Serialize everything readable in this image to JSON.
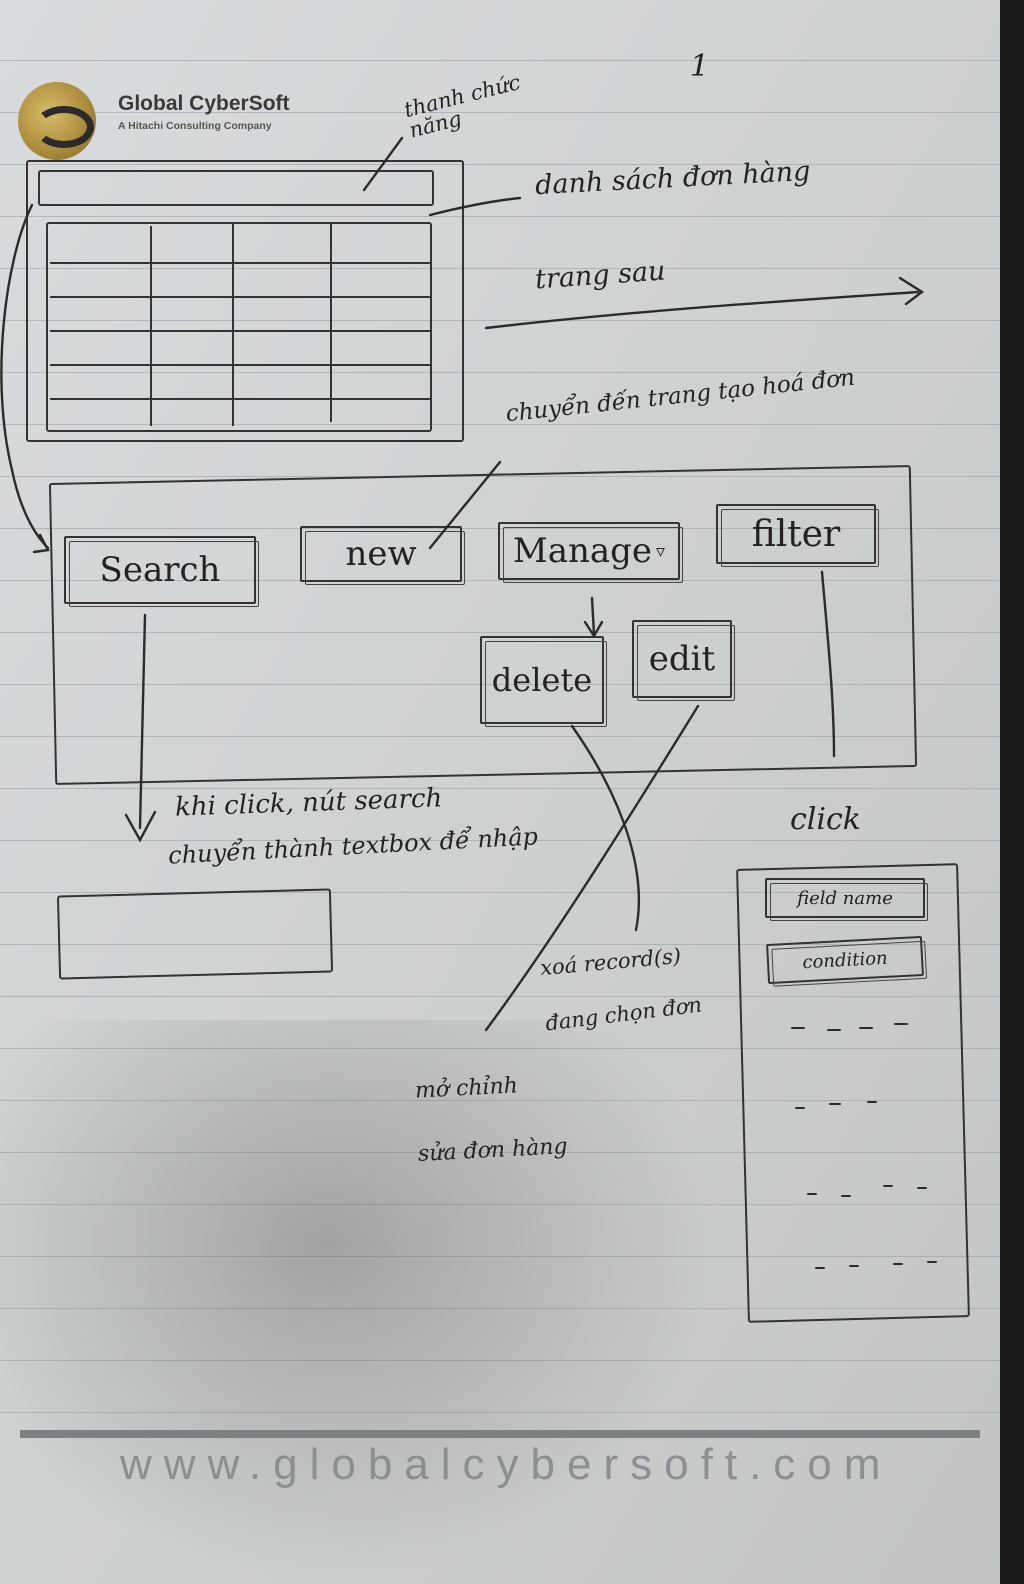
{
  "logo": {
    "name": "Global CyberSoft",
    "tagline": "A Hitachi Consulting Company"
  },
  "annotations": {
    "toolbar_note": "thanh chức năng",
    "page_number": "1",
    "order_list_note": "danh sách đơn hàng",
    "next_page_note": "trang sau",
    "go_to_create_note": "chuyển đến trang tạo hoá đơn",
    "search_click_note_line1": "khi click, nút search",
    "search_click_note_line2": "chuyển thành textbox để nhập",
    "delete_note_line1": "xoá record(s)",
    "delete_note_line2": "đang chọn đơn",
    "edit_note_line1": "mở chỉnh",
    "edit_note_line2": "sửa đơn hàng",
    "click_note": "click"
  },
  "toolbar": {
    "search_label": "Search",
    "new_label": "new",
    "manage_label": "Manage",
    "manage_caret": "▿",
    "filter_label": "filter",
    "delete_label": "delete",
    "edit_label": "edit"
  },
  "filter_panel": {
    "field_name_label": "field name",
    "condition_label": "condition"
  },
  "footer": {
    "url": "www.globalcybersoft.com"
  }
}
